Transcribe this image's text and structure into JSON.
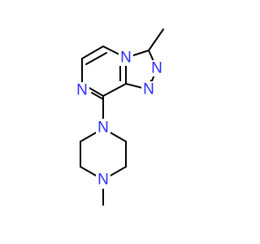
{
  "diagram": {
    "type": "skeletal-structure",
    "colors": {
      "bond": "#000000",
      "nitrogen": "#2b2bff",
      "background": "#ffffff"
    },
    "atoms": [
      {
        "id": "n4",
        "symbol": "N"
      },
      {
        "id": "n2",
        "symbol": "N"
      },
      {
        "id": "n1",
        "symbol": "N"
      },
      {
        "id": "n7",
        "symbol": "N"
      },
      {
        "id": "n-pip-top",
        "symbol": "N"
      },
      {
        "id": "n-pip-bottom",
        "symbol": "N"
      }
    ]
  }
}
